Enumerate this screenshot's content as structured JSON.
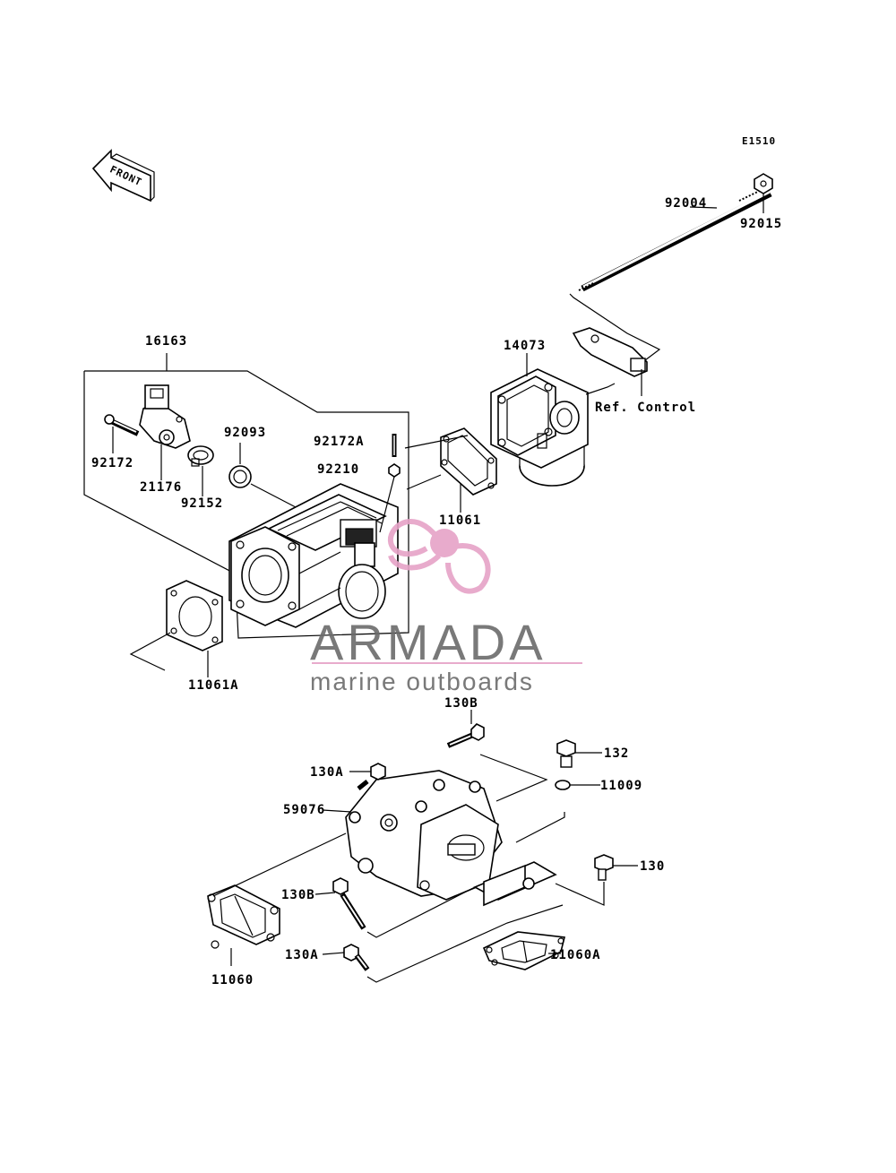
{
  "diagram_code": "E1510",
  "front_arrow_label": "FRONT",
  "parts": [
    {
      "id": "16163"
    },
    {
      "id": "92172"
    },
    {
      "id": "21176"
    },
    {
      "id": "92152"
    },
    {
      "id": "92093"
    },
    {
      "id": "92172A"
    },
    {
      "id": "92210"
    },
    {
      "id": "11061"
    },
    {
      "id": "11061A"
    },
    {
      "id": "14073"
    },
    {
      "id": "92004"
    },
    {
      "id": "92015"
    },
    {
      "id": "Ref. Control"
    },
    {
      "id": "130B"
    },
    {
      "id": "130A"
    },
    {
      "id": "59076"
    },
    {
      "id": "130B"
    },
    {
      "id": "130A"
    },
    {
      "id": "132"
    },
    {
      "id": "11009"
    },
    {
      "id": "130"
    },
    {
      "id": "11060"
    },
    {
      "id": "11060A"
    }
  ],
  "watermark": {
    "brand": "ARMADA",
    "tagline": "marine outboards",
    "accent_color": "#e6a3c7",
    "text_color": "#6b6b6b"
  }
}
